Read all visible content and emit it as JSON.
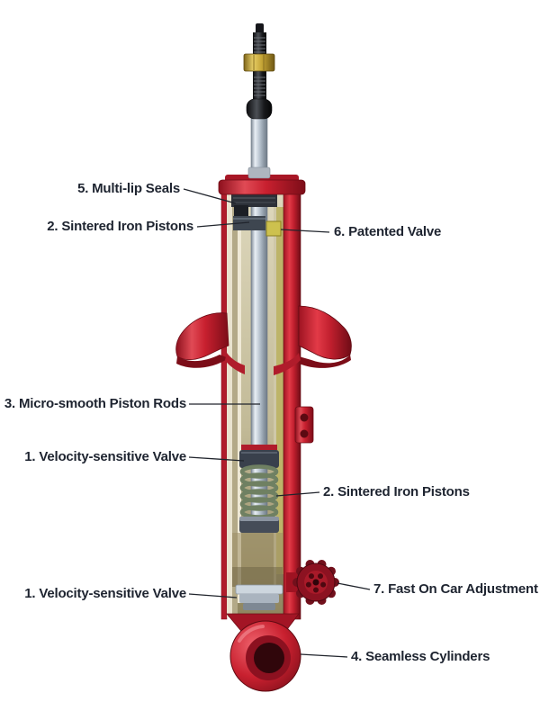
{
  "diagram": {
    "subject": "shock-absorber-cutaway",
    "labels": [
      {
        "id": "multi-lip-seals",
        "text": "5. Multi-lip Seals"
      },
      {
        "id": "sintered-iron-pistons-top",
        "text": "2. Sintered Iron Pistons"
      },
      {
        "id": "patented-valve",
        "text": "6. Patented Valve"
      },
      {
        "id": "micro-smooth-piston-rods",
        "text": "3. Micro-smooth Piston Rods"
      },
      {
        "id": "velocity-sensitive-valve-upper",
        "text": "1. Velocity-sensitive Valve"
      },
      {
        "id": "sintered-iron-pistons-mid",
        "text": "2. Sintered Iron Pistons"
      },
      {
        "id": "velocity-sensitive-valve-lower",
        "text": "1. Velocity-sensitive Valve"
      },
      {
        "id": "fast-on-car-adjustment",
        "text": "7. Fast On Car Adjustment"
      },
      {
        "id": "seamless-cylinders",
        "text": "4. Seamless Cylinders"
      }
    ],
    "colors": {
      "body_red": "#c8202f",
      "body_red_dark": "#7c0d18",
      "brass": "#c2a233",
      "rod_chrome": "#b4c0cc",
      "label_text": "#1e2430"
    }
  }
}
